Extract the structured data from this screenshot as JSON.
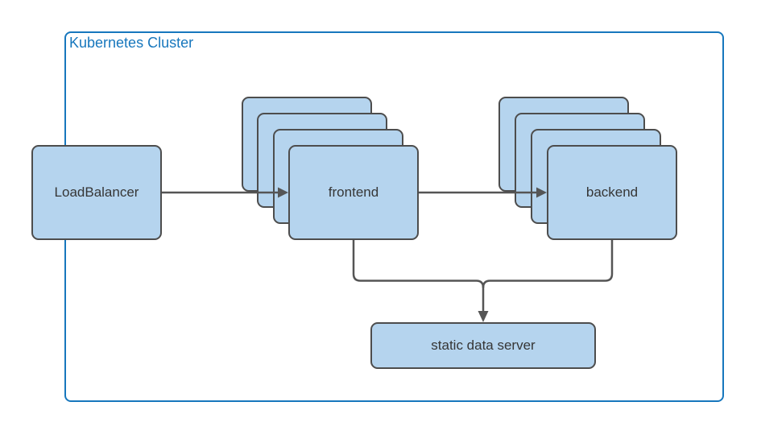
{
  "diagram": {
    "cluster": {
      "label": "Kubernetes Cluster"
    },
    "nodes": {
      "load_balancer": {
        "label": "LoadBalancer",
        "replicas": 1
      },
      "frontend": {
        "label": "frontend",
        "replicas": 4
      },
      "backend": {
        "label": "backend",
        "replicas": 4
      },
      "static_data_server": {
        "label": "static data server",
        "replicas": 1
      }
    },
    "edges": [
      {
        "from": "LoadBalancer",
        "to": "frontend",
        "arrow": true
      },
      {
        "from": "frontend",
        "to": "backend",
        "arrow": true
      },
      {
        "from": "frontend",
        "to": "static data server",
        "arrow": true
      },
      {
        "from": "backend",
        "to": "static data server",
        "arrow": true
      }
    ],
    "colors": {
      "cluster_border": "#1777bd",
      "cluster_label": "#1777bd",
      "node_fill": "#b5d4ee",
      "node_border": "#4d4d4d",
      "connector": "#555555",
      "node_text": "#363636",
      "background": "#ffffff"
    }
  }
}
